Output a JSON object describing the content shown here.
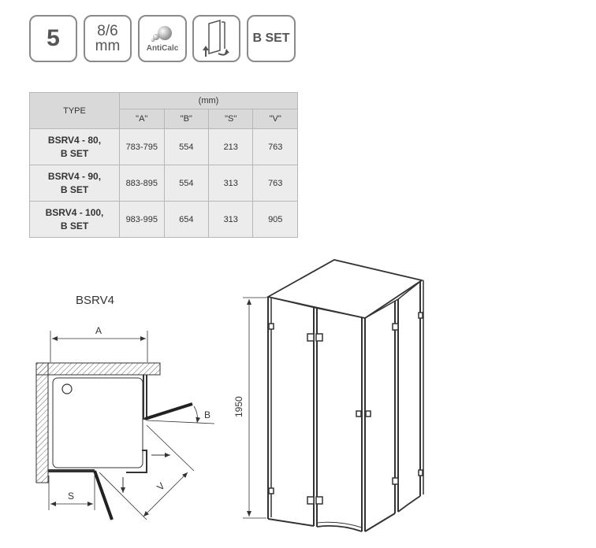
{
  "badges": {
    "number": "5",
    "glass_line1": "8/6",
    "glass_line2": "mm",
    "anticalc": "AntiCalc",
    "bset": "B SET",
    "door_icon": "door-opening-icon",
    "anticalc_icon": "anticalc-drops-icon"
  },
  "table": {
    "type_header": "TYPE",
    "unit_header": "(mm)",
    "columns": [
      "\"A\"",
      "\"B\"",
      "\"S\"",
      "\"V\""
    ],
    "rows": [
      {
        "type_line1": "BSRV4 - 80,",
        "type_line2": "B SET",
        "values": [
          "783-795",
          "554",
          "213",
          "763"
        ]
      },
      {
        "type_line1": "BSRV4 - 90,",
        "type_line2": "B SET",
        "values": [
          "883-895",
          "554",
          "313",
          "763"
        ]
      },
      {
        "type_line1": "BSRV4 - 100,",
        "type_line2": "B SET",
        "values": [
          "983-995",
          "654",
          "313",
          "905"
        ]
      }
    ]
  },
  "drawing": {
    "model": "BSRV4",
    "label_a": "A",
    "label_b": "B",
    "label_s": "S",
    "label_v": "V",
    "height": "1950"
  }
}
